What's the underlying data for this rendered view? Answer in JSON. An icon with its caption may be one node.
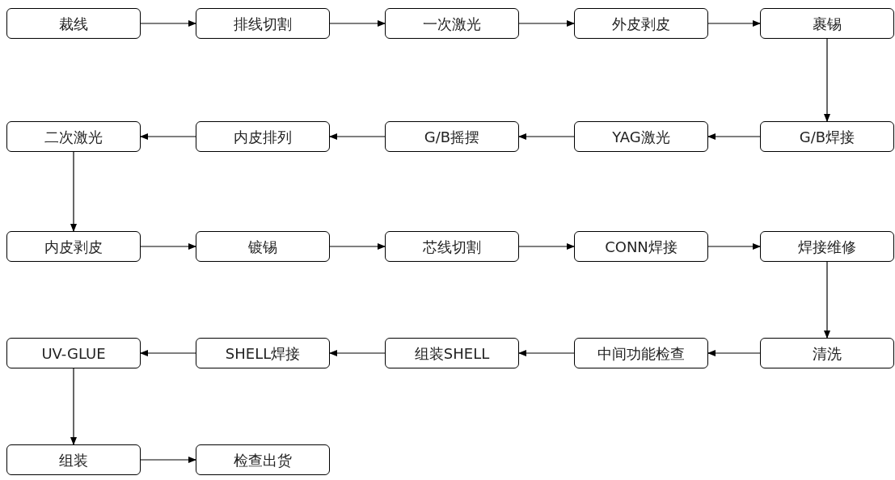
{
  "diagram": {
    "nodes": [
      {
        "text": [
          "裁线"
        ]
      },
      {
        "text": [
          "排线切割"
        ]
      },
      {
        "text": [
          "一次激光"
        ]
      },
      {
        "text": [
          "外皮剥皮"
        ]
      },
      {
        "text": [
          "裹锡"
        ]
      },
      {
        "text": [
          "G/B焊接"
        ]
      },
      {
        "text": [
          "YAG激光"
        ]
      },
      {
        "text": [
          "G/B摇摆"
        ]
      },
      {
        "text": [
          "内皮排列"
        ]
      },
      {
        "text": [
          "二次激光"
        ]
      },
      {
        "text": [
          "内皮剥皮"
        ]
      },
      {
        "text": [
          "镀锡"
        ]
      },
      {
        "text": [
          "芯线切割"
        ]
      },
      {
        "text": [
          "CONN焊接"
        ]
      },
      {
        "text": [
          "焊接维修"
        ]
      },
      {
        "text": [
          "清洗"
        ]
      },
      {
        "text": [
          "中间功能检查"
        ]
      },
      {
        "text": [
          "组装SHELL"
        ]
      },
      {
        "text": [
          "SHELL焊接"
        ]
      },
      {
        "text": [
          "UV-GLUE"
        ]
      },
      {
        "text": [
          "组装"
        ]
      },
      {
        "text": [
          "检查出货"
        ]
      }
    ],
    "edges": [
      {
        "from": 0,
        "to": 1,
        "arrow": "to"
      },
      {
        "from": 1,
        "to": 2,
        "arrow": "to"
      },
      {
        "from": 2,
        "to": 3,
        "arrow": "to"
      },
      {
        "from": 3,
        "to": 4,
        "arrow": "to"
      },
      {
        "from": 4,
        "to": 5,
        "arrow": "to"
      },
      {
        "from": 5,
        "to": 6,
        "arrow": "to"
      },
      {
        "from": 6,
        "to": 7,
        "arrow": "to"
      },
      {
        "from": 7,
        "to": 8,
        "arrow": "to"
      },
      {
        "from": 8,
        "to": 9,
        "arrow": "to"
      },
      {
        "from": 9,
        "to": 10,
        "arrow": "to"
      },
      {
        "from": 10,
        "to": 11,
        "arrow": "to"
      },
      {
        "from": 11,
        "to": 12,
        "arrow": "to"
      },
      {
        "from": 12,
        "to": 13,
        "arrow": "to"
      },
      {
        "from": 13,
        "to": 14,
        "arrow": "to"
      },
      {
        "from": 14,
        "to": 15,
        "arrow": "to"
      },
      {
        "from": 15,
        "to": 16,
        "arrow": "to"
      },
      {
        "from": 16,
        "to": 17,
        "arrow": "to"
      },
      {
        "from": 17,
        "to": 18,
        "arrow": "to"
      },
      {
        "from": 18,
        "to": 19,
        "arrow": "to"
      },
      {
        "from": 19,
        "to": 20,
        "arrow": "to"
      },
      {
        "from": 20,
        "to": 21,
        "arrow": "to"
      }
    ]
  }
}
